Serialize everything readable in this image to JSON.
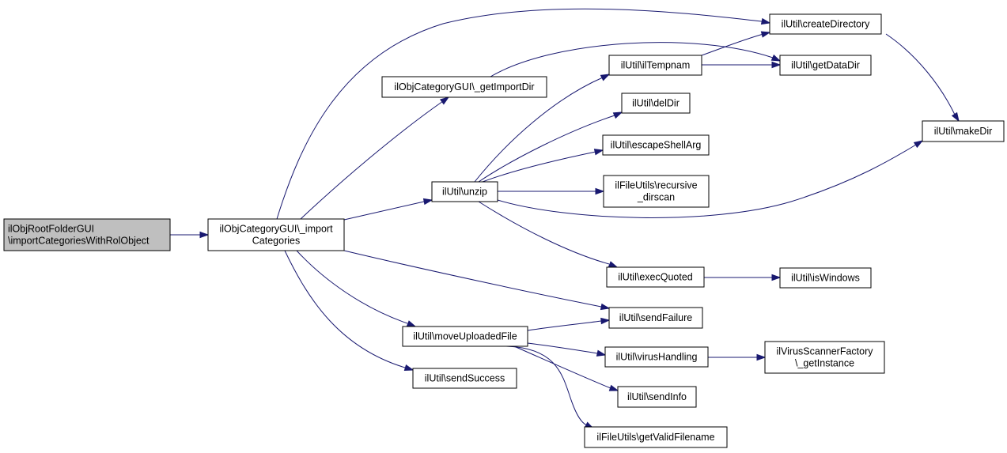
{
  "nodes": [
    {
      "id": "root",
      "lines": [
        "ilObjRootFolderGUI",
        "\\importCategoriesWithRolObject"
      ],
      "highlight": true
    },
    {
      "id": "import",
      "lines": [
        "ilObjCategoryGUI\\_import",
        "Categories"
      ]
    },
    {
      "id": "getImportDir",
      "lines": [
        "ilObjCategoryGUI\\_getImportDir"
      ]
    },
    {
      "id": "unzip",
      "lines": [
        "ilUtil\\unzip"
      ]
    },
    {
      "id": "moveUploadedFile",
      "lines": [
        "ilUtil\\moveUploadedFile"
      ]
    },
    {
      "id": "sendSuccess",
      "lines": [
        "ilUtil\\sendSuccess"
      ]
    },
    {
      "id": "createDirectory",
      "lines": [
        "ilUtil\\createDirectory"
      ]
    },
    {
      "id": "getDataDir",
      "lines": [
        "ilUtil\\getDataDir"
      ]
    },
    {
      "id": "ilTempnam",
      "lines": [
        "ilUtil\\ilTempnam"
      ]
    },
    {
      "id": "delDir",
      "lines": [
        "ilUtil\\delDir"
      ]
    },
    {
      "id": "escapeShellArg",
      "lines": [
        "ilUtil\\escapeShellArg"
      ]
    },
    {
      "id": "recursive",
      "lines": [
        "ilFileUtils\\recursive",
        "_dirscan"
      ]
    },
    {
      "id": "makeDir",
      "lines": [
        "ilUtil\\makeDir"
      ]
    },
    {
      "id": "execQuoted",
      "lines": [
        "ilUtil\\execQuoted"
      ]
    },
    {
      "id": "isWindows",
      "lines": [
        "ilUtil\\isWindows"
      ]
    },
    {
      "id": "sendFailure",
      "lines": [
        "ilUtil\\sendFailure"
      ]
    },
    {
      "id": "virusHandling",
      "lines": [
        "ilUtil\\virusHandling"
      ]
    },
    {
      "id": "virusScanner",
      "lines": [
        "ilVirusScannerFactory",
        "\\_getInstance"
      ]
    },
    {
      "id": "sendInfo",
      "lines": [
        "ilUtil\\sendInfo"
      ]
    },
    {
      "id": "getValidFilename",
      "lines": [
        "ilFileUtils\\getValidFilename"
      ]
    }
  ],
  "edges": [
    {
      "from": "root",
      "to": "import"
    },
    {
      "from": "import",
      "to": "createDirectory"
    },
    {
      "from": "import",
      "to": "getImportDir"
    },
    {
      "from": "import",
      "to": "unzip"
    },
    {
      "from": "import",
      "to": "sendFailure"
    },
    {
      "from": "import",
      "to": "moveUploadedFile"
    },
    {
      "from": "import",
      "to": "sendSuccess"
    },
    {
      "from": "getImportDir",
      "to": "getDataDir"
    },
    {
      "from": "unzip",
      "to": "ilTempnam"
    },
    {
      "from": "unzip",
      "to": "delDir"
    },
    {
      "from": "unzip",
      "to": "escapeShellArg"
    },
    {
      "from": "unzip",
      "to": "recursive"
    },
    {
      "from": "unzip",
      "to": "makeDir"
    },
    {
      "from": "unzip",
      "to": "execQuoted"
    },
    {
      "from": "ilTempnam",
      "to": "createDirectory"
    },
    {
      "from": "ilTempnam",
      "to": "getDataDir"
    },
    {
      "from": "createDirectory",
      "to": "makeDir"
    },
    {
      "from": "execQuoted",
      "to": "isWindows"
    },
    {
      "from": "moveUploadedFile",
      "to": "sendFailure"
    },
    {
      "from": "moveUploadedFile",
      "to": "virusHandling"
    },
    {
      "from": "moveUploadedFile",
      "to": "sendInfo"
    },
    {
      "from": "moveUploadedFile",
      "to": "getValidFilename"
    },
    {
      "from": "virusHandling",
      "to": "virusScanner"
    }
  ],
  "colors": {
    "edge": "#191970",
    "root_fill": "#bfbfbf",
    "node_fill": "#ffffff",
    "node_stroke": "#000000"
  }
}
